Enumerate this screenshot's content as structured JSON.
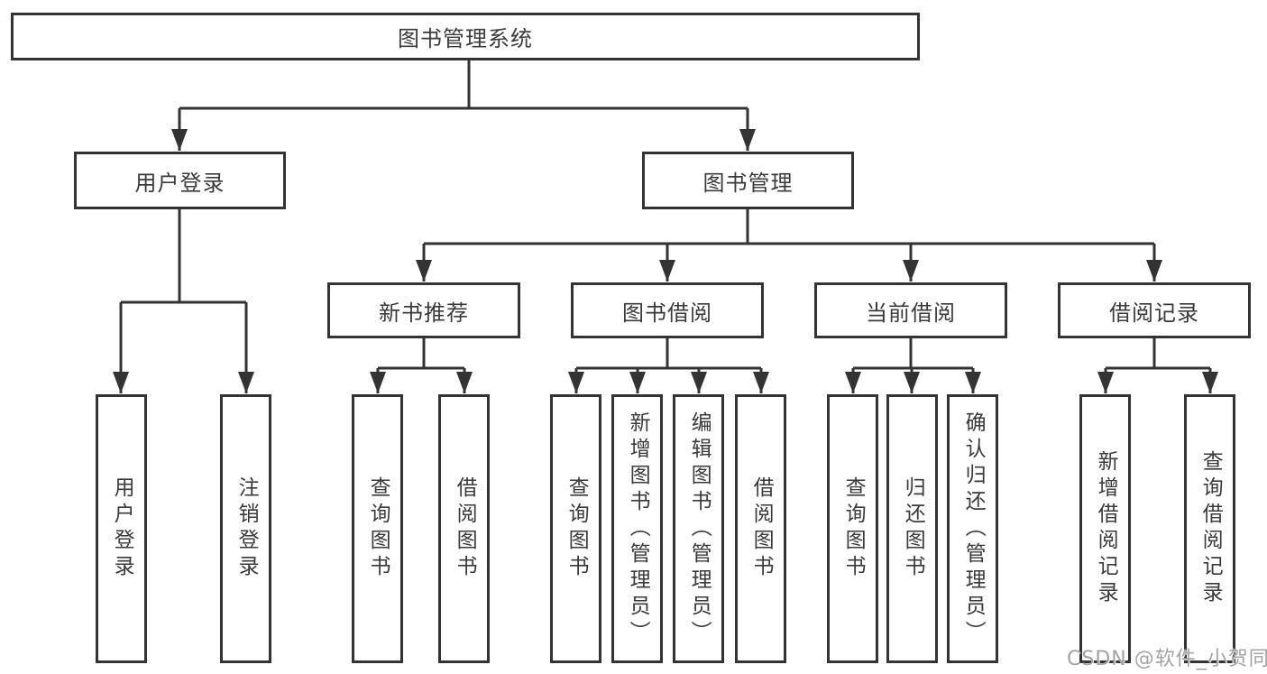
{
  "diagram_title": "图书管理系统",
  "nodes": {
    "root": "图书管理系统",
    "user_login": "用户登录",
    "book_mgmt": "图书管理",
    "new_book_rec": "新书推荐",
    "book_borrow": "图书借阅",
    "current_borrow": "当前借阅",
    "borrow_records": "借阅记录",
    "leaf_user_login": "用户登录",
    "leaf_logout": "注销登录",
    "leaf_nb_query_books": "查询图书",
    "leaf_nb_borrow_books": "借阅图书",
    "leaf_bb_query_books": "查询图书",
    "leaf_bb_add_books_admin": "新增图书（管理员）",
    "leaf_bb_edit_books_admin": "编辑图书（管理员）",
    "leaf_bb_borrow_books": "借阅图书",
    "leaf_cb_query_books": "查询图书",
    "leaf_cb_return_books": "归还图书",
    "leaf_cb_confirm_return_admin": "确认归还（管理员）",
    "leaf_br_add_record": "新增借阅记录",
    "leaf_br_query_record": "查询借阅记录"
  },
  "hierarchy": {
    "图书管理系统": {
      "用户登录": [
        "用户登录",
        "注销登录"
      ],
      "图书管理": {
        "新书推荐": [
          "查询图书",
          "借阅图书"
        ],
        "图书借阅": [
          "查询图书",
          "新增图书（管理员）",
          "编辑图书（管理员）",
          "借阅图书"
        ],
        "当前借阅": [
          "查询图书",
          "归还图书",
          "确认归还（管理员）"
        ],
        "借阅记录": [
          "新增借阅记录",
          "查询借阅记录"
        ]
      }
    }
  },
  "watermark": "CSDN @软件_小贺同学",
  "colors": {
    "line": "#333333",
    "text": "#3a3a3a",
    "watermark": "#a3a3a3",
    "bg": "#ffffff"
  }
}
